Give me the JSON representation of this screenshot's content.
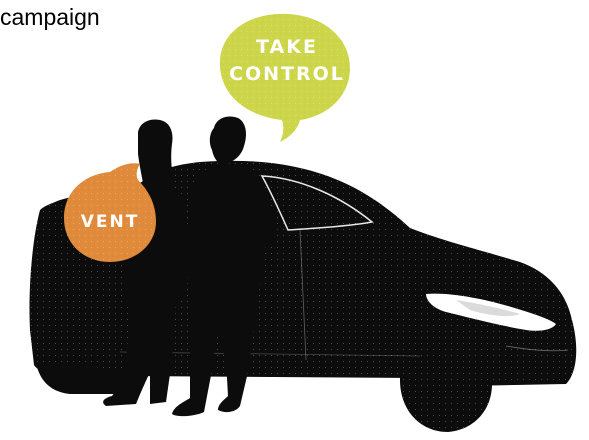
{
  "caption": "campaign",
  "bubbles": {
    "take_control": {
      "line1": "TAKE",
      "line2": "CONTROL",
      "color": "#cdd64a",
      "text_color": "#ffffff"
    },
    "vent": {
      "label": "VENT",
      "color": "#e08a3c",
      "text_color": "#ffffff"
    }
  },
  "colors": {
    "silhouette": "#0c0c0c",
    "headlight": "#ffffff"
  }
}
